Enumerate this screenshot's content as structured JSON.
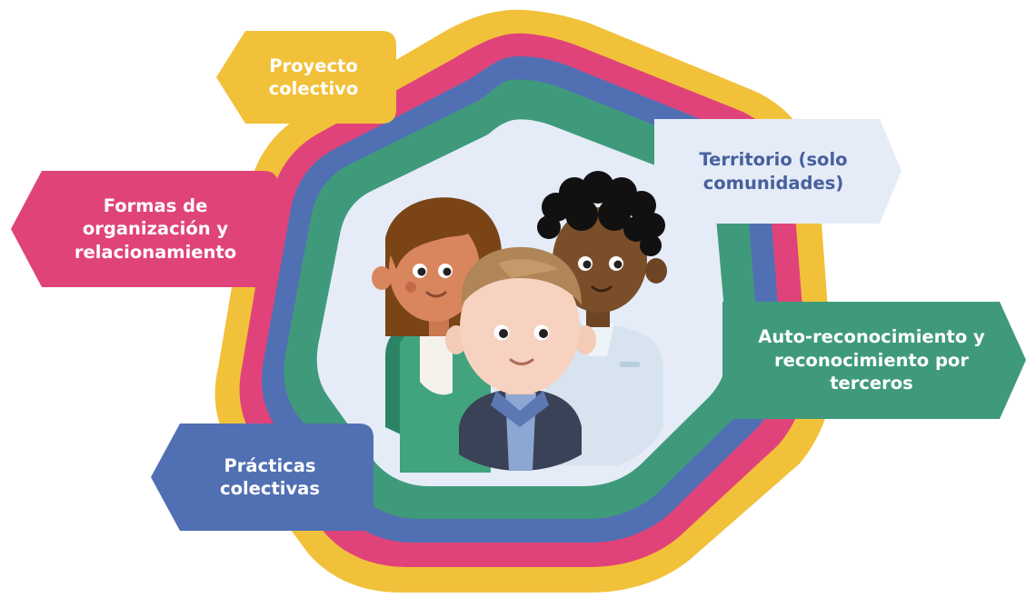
{
  "diagram": {
    "labels": {
      "proyecto_colectivo": "Proyecto\ncolectivo",
      "territorio": "Territorio (solo\ncomunidades)",
      "formas_organizacion": "Formas de\norganización y\nrelacionamiento",
      "auto_reconocimiento": "Auto-reconocimiento y\nreconocimiento por\nterceros",
      "practicas_colectivas": "Prácticas\ncolectivas"
    },
    "colors": {
      "yellow": "#f2c13a",
      "pink": "#e0437a",
      "blue": "#5170b3",
      "green": "#3f9a7b",
      "light": "#e5ecf7",
      "label_blue_text": "#47609e"
    },
    "illustration": "group-of-three-people-icon"
  }
}
